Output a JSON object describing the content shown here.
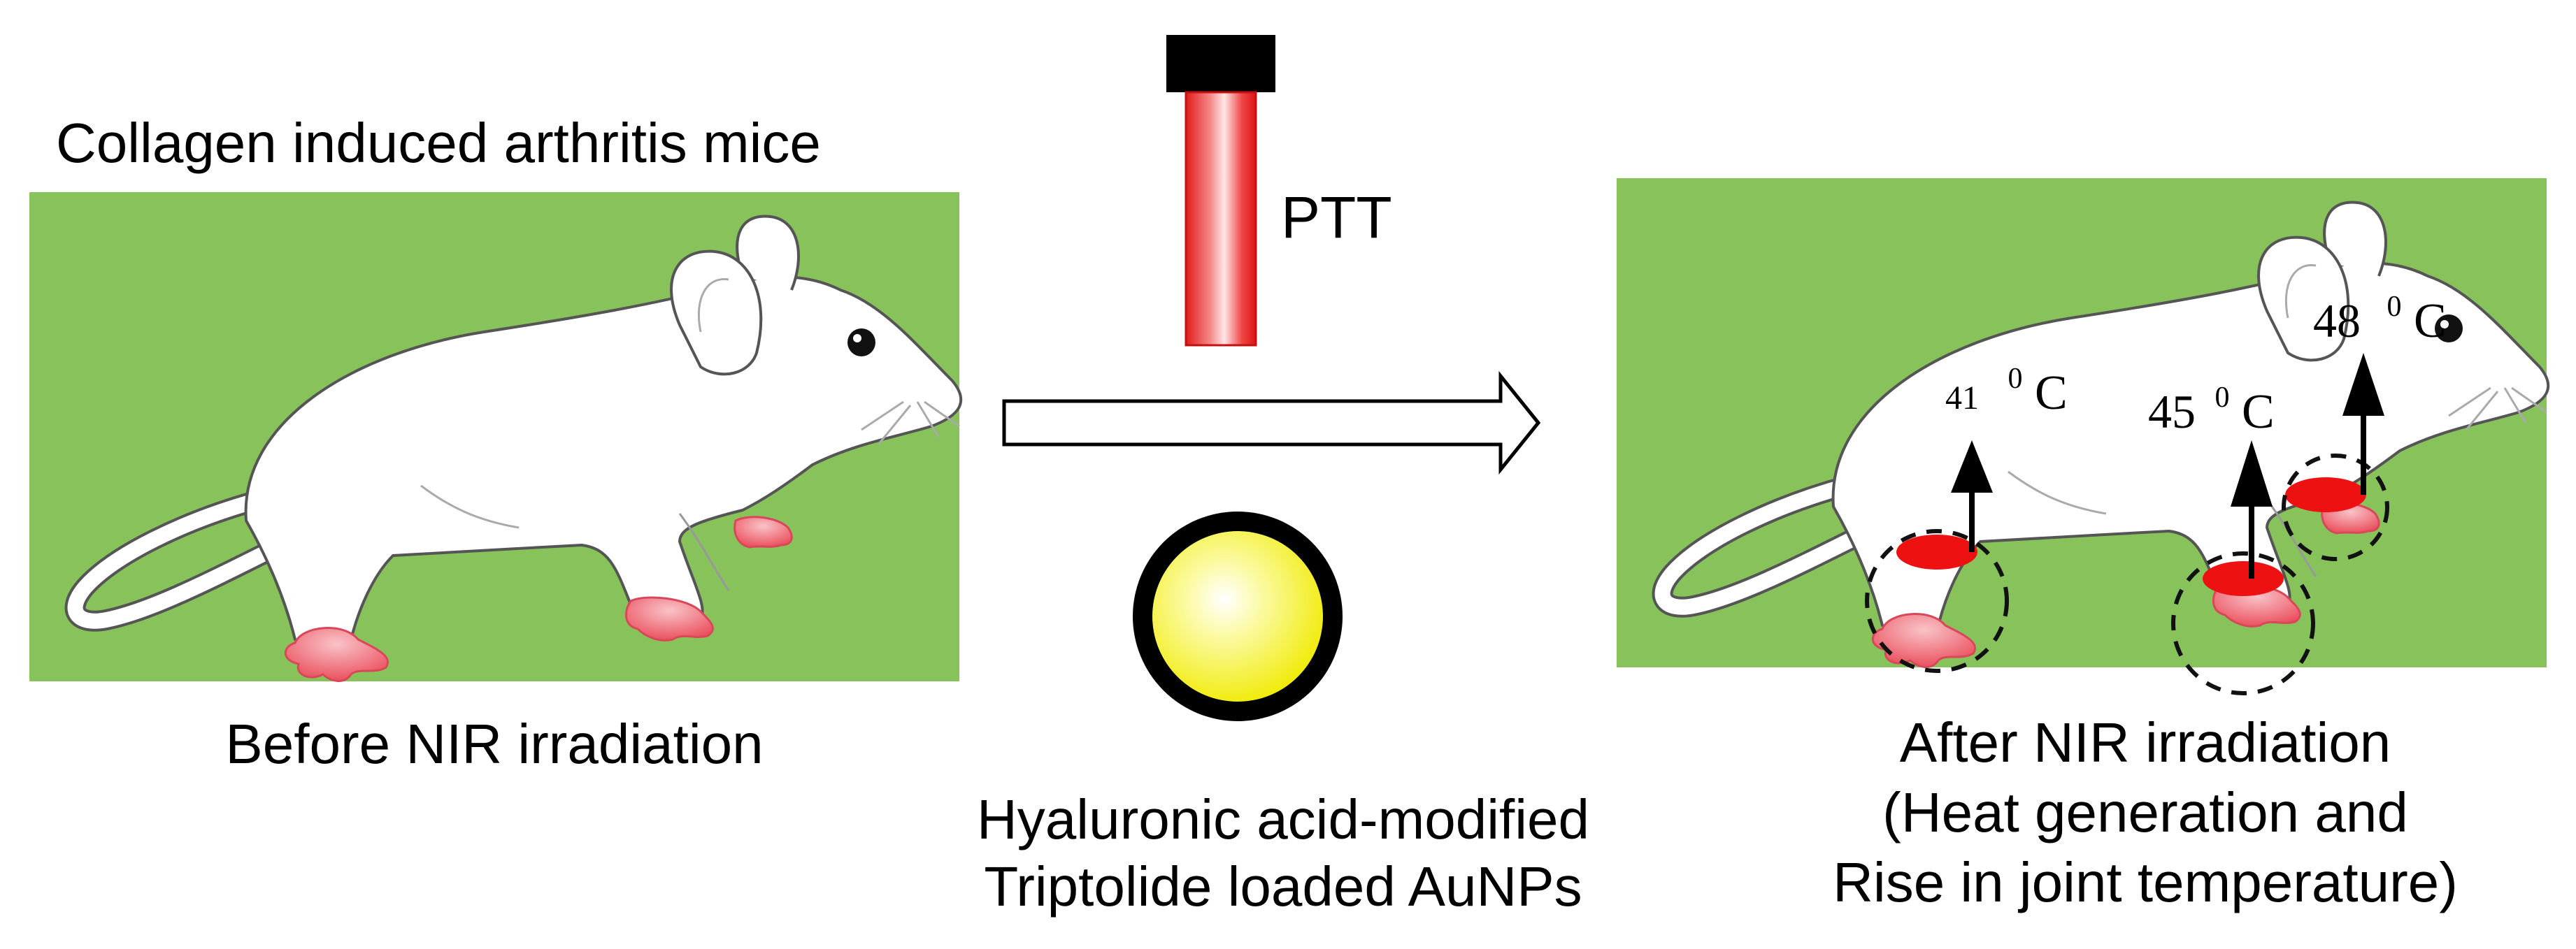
{
  "top_left_title": "Collagen induced arthritis mice",
  "before_caption": "Before NIR irradiation",
  "laser_label": "PTT",
  "nanoparticle_caption": [
    "Hyaluronic acid-modified",
    "Triptolide loaded AuNPs"
  ],
  "after_caption": [
    "After NIR irradiation",
    "(Heat generation and",
    "Rise in joint temperature)"
  ],
  "temperatures": [
    {
      "value": "41",
      "sup": "0",
      "unit": "C"
    },
    {
      "value": "45",
      "sup": "0",
      "unit": "C"
    },
    {
      "value": "48",
      "sup": "0",
      "unit": "C"
    }
  ],
  "colors": {
    "background_green": "#88c25a",
    "heat_spot_red": "#ee1111",
    "laser_red": "#ee1c1c",
    "nanoparticle_gold": "#f4f000",
    "mouse_body": "#ffffff",
    "paw_pink": "#ee6b78"
  }
}
